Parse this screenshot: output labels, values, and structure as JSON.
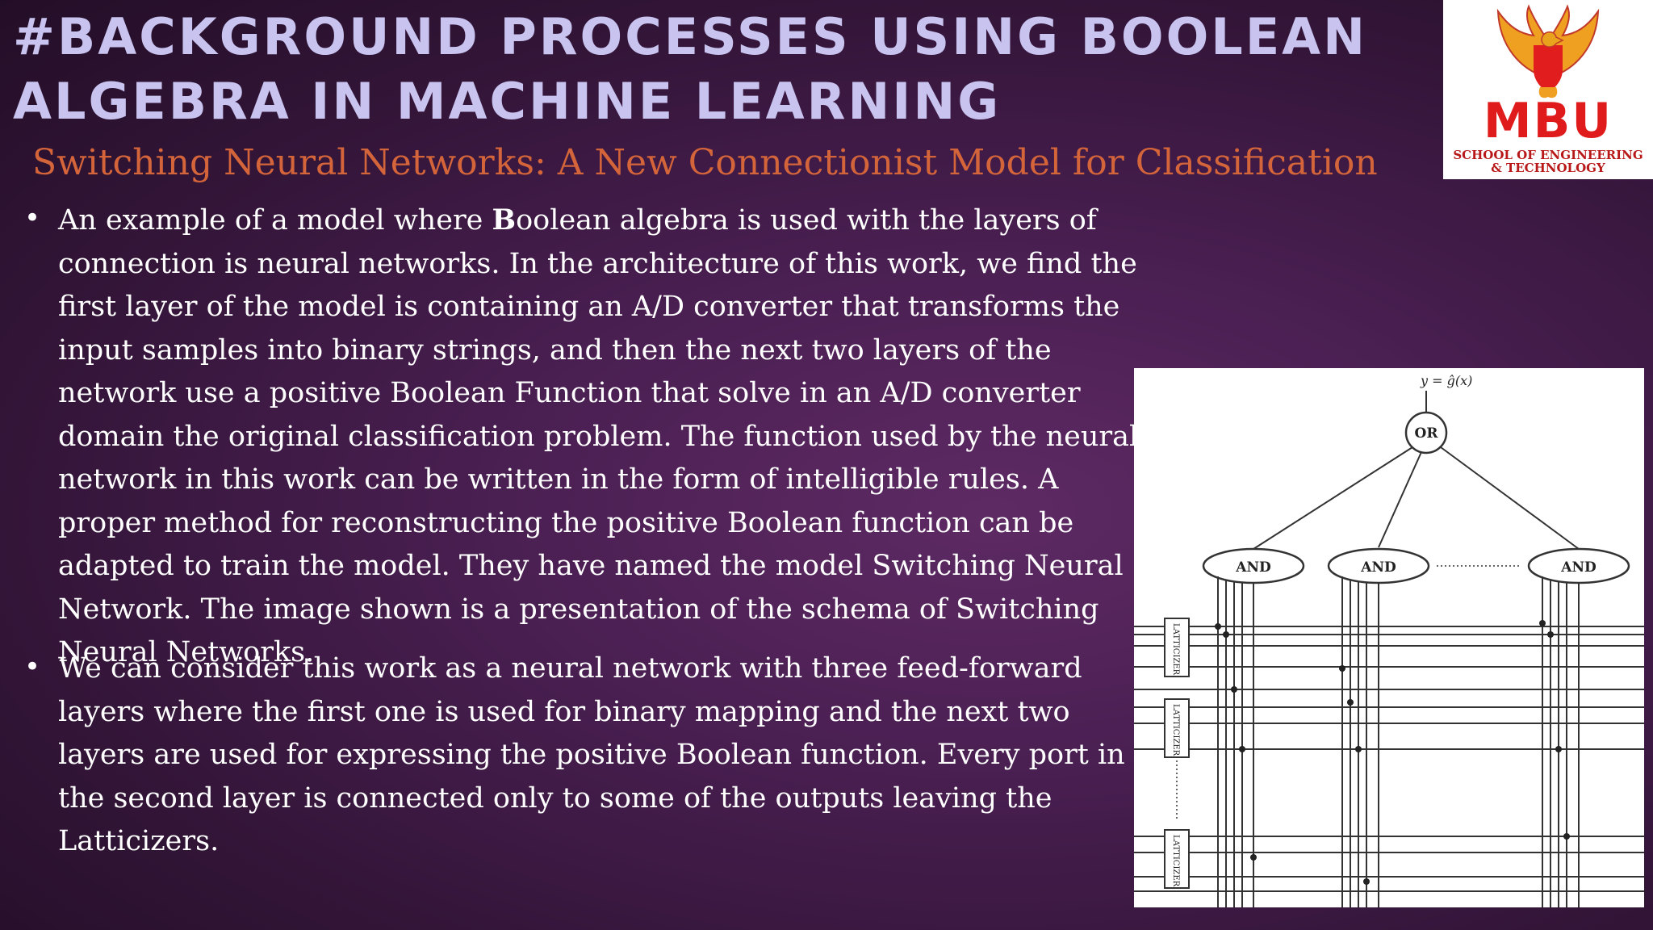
{
  "slide": {
    "title": "#Background processes using Boolean Algebra in Machine Learning",
    "subtitle": "Switching Neural Networks: A New Connectionist Model for Classification",
    "logo": {
      "word": "MBU",
      "line1": "SCHOOL OF ENGINEERING",
      "line2": "& TECHNOLOGY"
    },
    "bullets": [
      {
        "pre": "An example of a model where ",
        "bold": "B",
        "post": "oolean algebra is used with the layers of connection is neural networks. In the architecture of this work, we find the first layer of the model is containing an A/D converter that transforms the input samples into binary strings, and then the next two layers of the network use a positive Boolean Function that solve in an A/D converter domain the original classification problem. The function used by the neural network in this work can be written in the form of intelligible rules.  A proper method for reconstructing the positive Boolean function can be adapted to train the model. They have named the model Switching Neural Network. The image shown is a presentation of the schema of  Switching Neural Networks."
      },
      {
        "text": "We can consider this work as a neural network with three feed-forward layers where the first one is used for binary mapping and the next two layers are used for expressing the positive Boolean function. Every port in the second layer is connected only to some of the outputs leaving the Latticizers."
      }
    ],
    "bullet_symbol": "•"
  },
  "diagram": {
    "output_label": "y = ĝ(x)",
    "or_label": "OR",
    "and_labels": [
      "AND",
      "AND",
      "AND"
    ],
    "latticizer_labels": [
      "LATTICIZER",
      "LATTICIZER",
      "LATTICIZER"
    ]
  }
}
